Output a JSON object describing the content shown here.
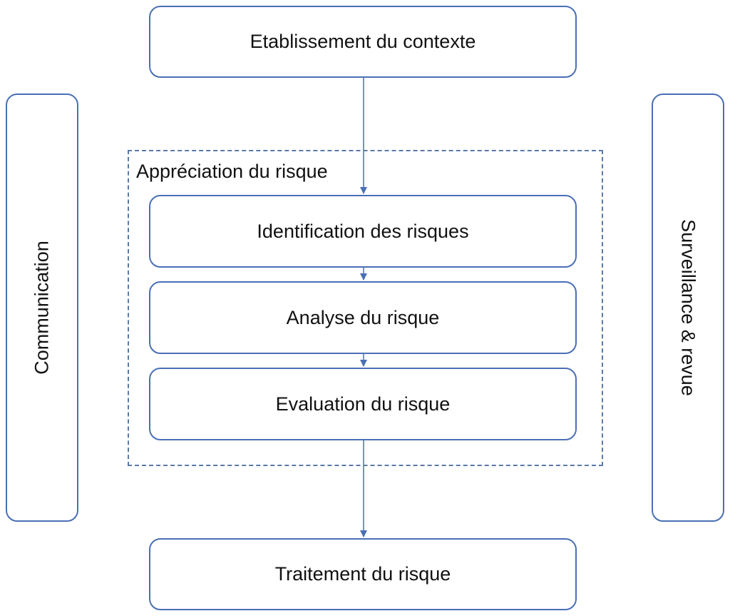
{
  "diagram": {
    "top_box": {
      "label": "Etablissement du contexte"
    },
    "group": {
      "title": "Appréciation du risque"
    },
    "steps": [
      {
        "label": "Identification des risques"
      },
      {
        "label": "Analyse du risque"
      },
      {
        "label": "Evaluation du risque"
      }
    ],
    "bottom_box": {
      "label": "Traitement du risque"
    },
    "left_bar": {
      "label": "Communication"
    },
    "right_bar": {
      "label": "Surveillance & revue"
    },
    "colors": {
      "box_border": "#4a6fb5",
      "arrow": "#4a6fb5",
      "group_border": "#5a7aa8"
    }
  }
}
